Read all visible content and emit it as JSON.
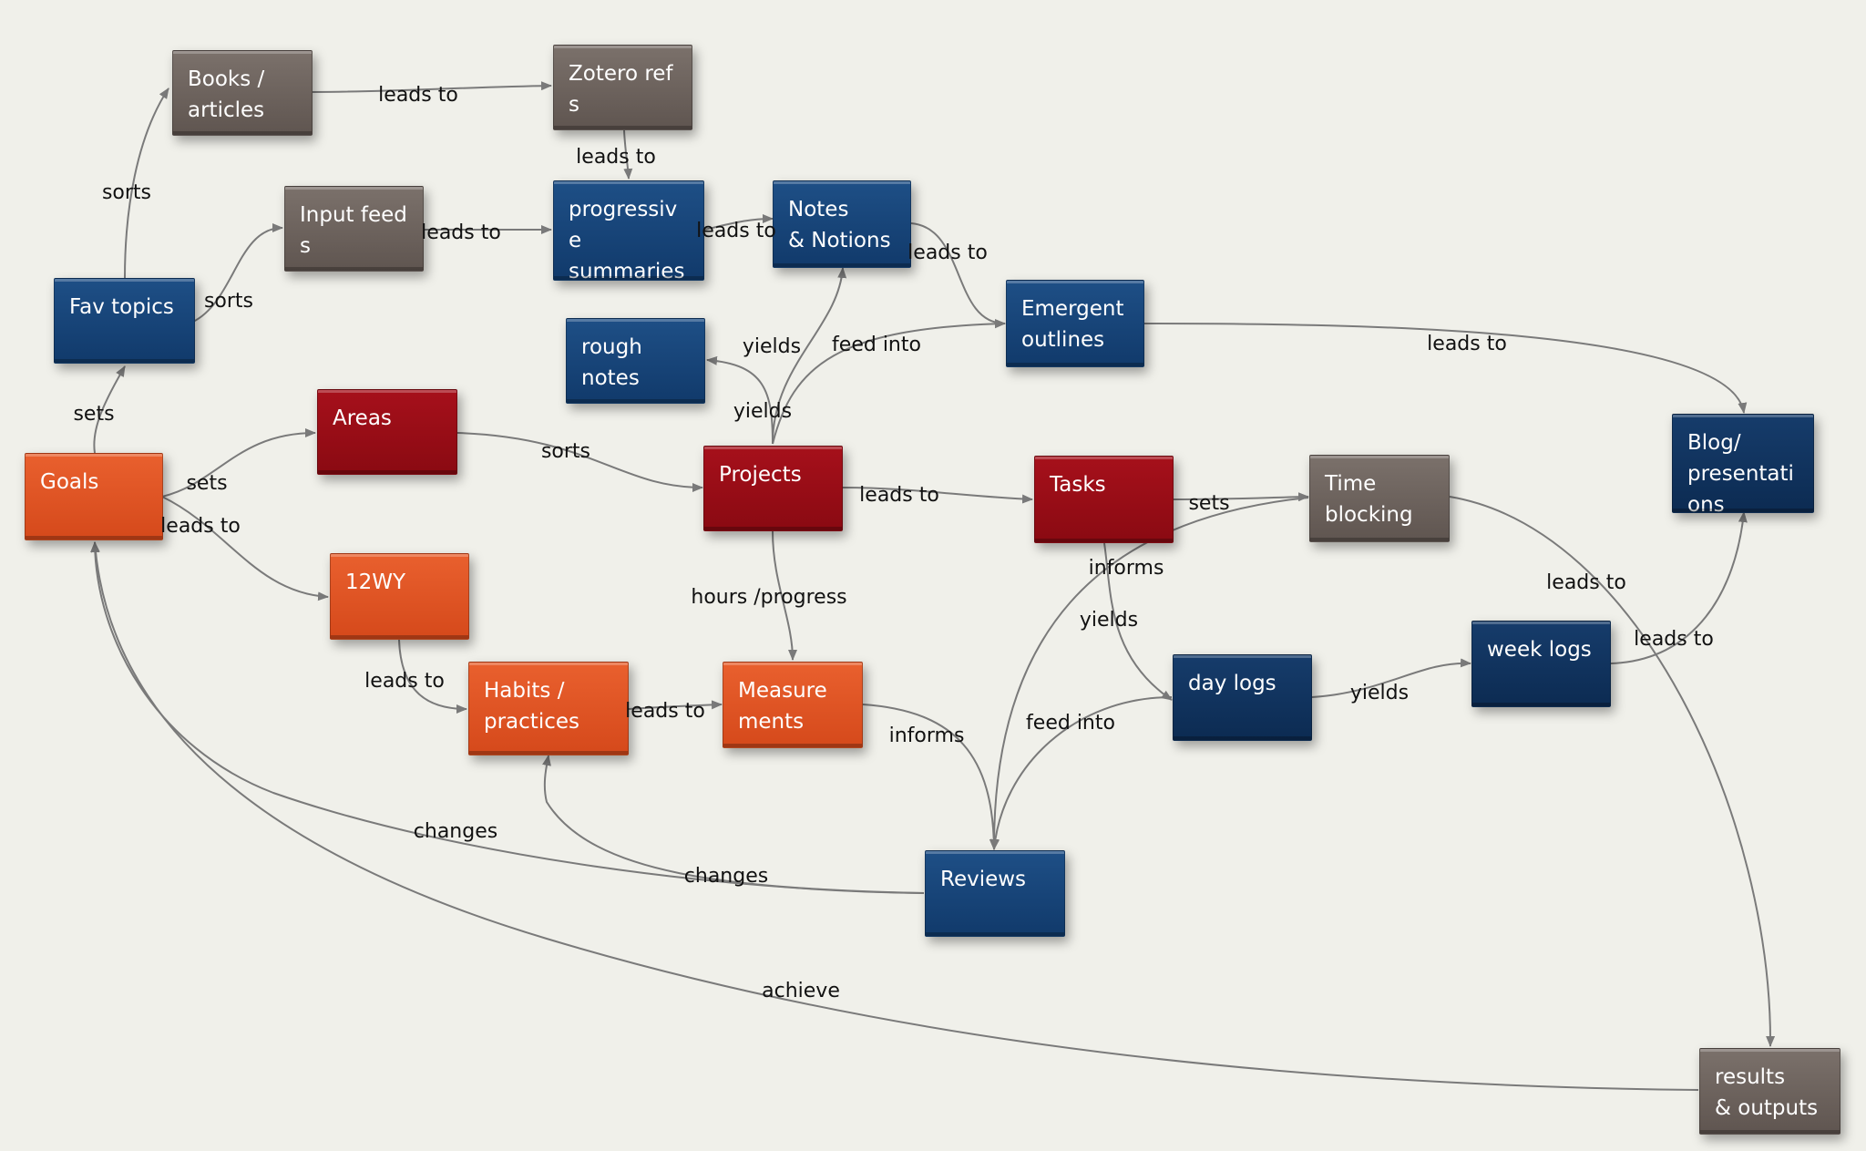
{
  "colors": {
    "background": "#f0f0ea",
    "edge": "#7a7a7a",
    "gray": "#6a605a",
    "blue": "#153f73",
    "navy": "#0f2f5a",
    "red": "#980d16",
    "orange": "#df5424"
  },
  "nodes": {
    "books": "Books /\narticles",
    "zotero": "Zotero refs",
    "input_feeds": "Input feeds",
    "progressive": "progressive\nsummaries",
    "notes": "Notes\n& Notions",
    "fav_topics": "Fav topics",
    "rough_notes": "rough\nnotes",
    "emergent": "Emergent\noutlines",
    "goals": "Goals",
    "areas": "Areas",
    "projects": "Projects",
    "tasks": "Tasks",
    "time_blocking": "Time\nblocking",
    "blog": "Blog/\npresentations",
    "twelve_wy": "12WY",
    "habits": "Habits /\npractices",
    "measurements": "Measurements",
    "day_logs": "day logs",
    "week_logs": "week logs",
    "reviews": "Reviews",
    "results": "results\n& outputs"
  },
  "edges": {
    "books_zotero": "leads to",
    "zotero_progressive": "leads to",
    "fav_books": "sorts",
    "fav_input": "sorts",
    "input_progressive": "leads to",
    "progressive_notes": "leads to",
    "notes_emergent": "leads to",
    "projects_rough": "yields",
    "projects_notes": "yields",
    "projects_emergent": "feed into",
    "emergent_blog": "leads to",
    "goals_fav": "sets",
    "goals_areas": "sets",
    "goals_12wy": "leads to",
    "areas_projects": "sorts",
    "projects_tasks": "leads to",
    "tasks_timeblocking": "sets",
    "projects_measurements": "hours /progress",
    "twelvewy_habits": "leads to",
    "habits_measurements": "leads to",
    "measurements_reviews": "informs",
    "tasks_reviews": "informs",
    "tasks_daylogs": "yields",
    "daylogs_weeklogs": "yields",
    "daylogs_reviews": "feed into",
    "weeklogs_blog": "leads to",
    "timeblocking_results": "leads to",
    "reviews_goals": "changes",
    "reviews_habits": "changes",
    "results_goals": "achieve"
  }
}
